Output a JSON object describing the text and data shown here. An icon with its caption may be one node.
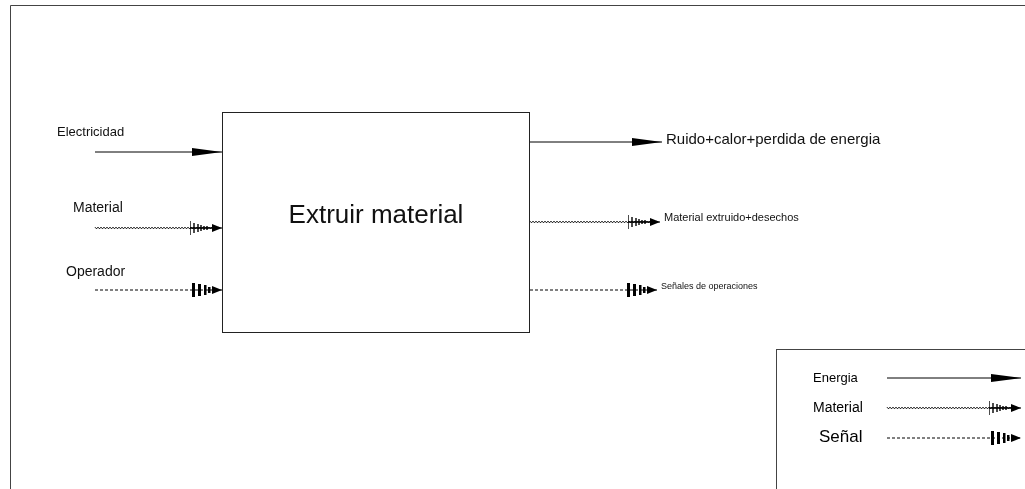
{
  "diagram": {
    "nodes": [
      {
        "text": [
          "Extruir material"
        ]
      },
      {
        "text": [
          "Electricidad"
        ]
      },
      {
        "text": [
          "Material"
        ]
      },
      {
        "text": [
          "Operador"
        ]
      },
      {
        "text": [
          "Ruido+calor+perdida de energia"
        ]
      },
      {
        "text": [
          "Material extruido+desechos"
        ]
      },
      {
        "text": [
          "Señales de operaciones"
        ]
      }
    ],
    "edges": [
      {
        "from": 1,
        "to": 0,
        "arrow": "to"
      },
      {
        "from": 2,
        "to": 0,
        "arrow": "to"
      },
      {
        "from": 3,
        "to": 0,
        "arrow": "to",
        "style": "dashed"
      },
      {
        "from": 0,
        "to": 4,
        "arrow": "to"
      },
      {
        "from": 0,
        "to": 5,
        "arrow": "to"
      },
      {
        "from": 0,
        "to": 6,
        "arrow": "to",
        "style": "dashed"
      }
    ],
    "legend": [
      {
        "text": "Energia"
      },
      {
        "text": "Material"
      },
      {
        "text": "Señal"
      }
    ]
  }
}
